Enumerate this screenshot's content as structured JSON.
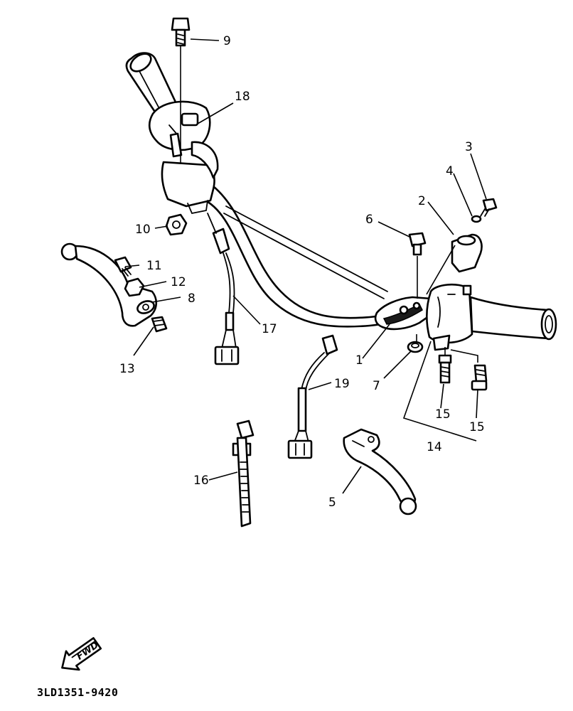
{
  "diagram": {
    "drawing_code": "3LD1351-9420",
    "fwd_label": "FWD",
    "callouts": {
      "c1": "1",
      "c2": "2",
      "c3": "3",
      "c4": "4",
      "c5": "5",
      "c6": "6",
      "c7": "7",
      "c8": "8",
      "c9": "9",
      "c10": "10",
      "c11": "11",
      "c12": "12",
      "c13": "13",
      "c14": "14",
      "c15a": "15",
      "c15b": "15",
      "c16": "16",
      "c17": "17",
      "c18": "18",
      "c19": "19"
    }
  }
}
